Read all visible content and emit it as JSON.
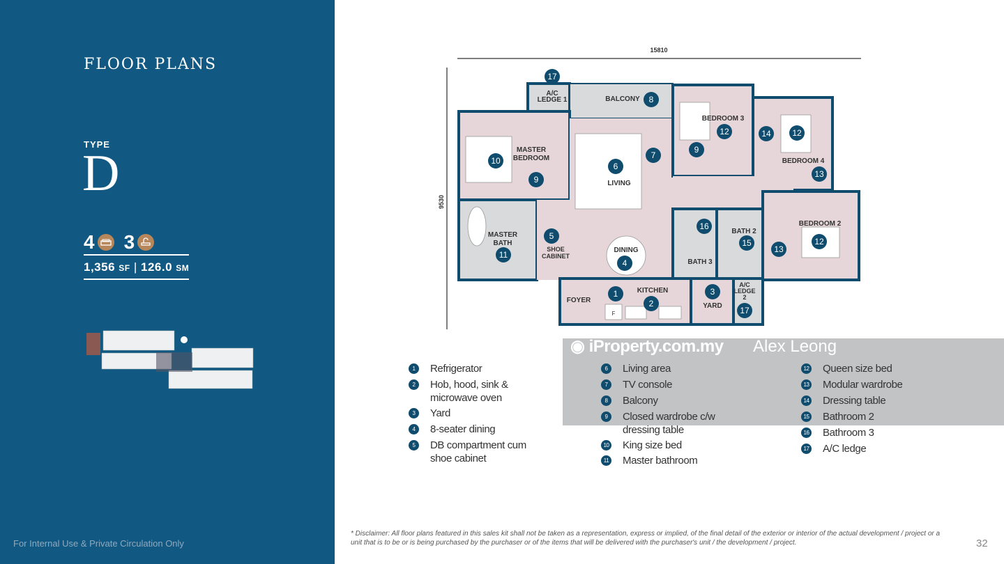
{
  "sidebar": {
    "title": "FLOOR PLANS",
    "type_label": "TYPE",
    "type_value": "D",
    "bedrooms": "4",
    "bathrooms": "3",
    "area_sf": "1,356",
    "area_sf_unit": "SF",
    "area_sm": "126.0",
    "area_sm_unit": "SM",
    "footer": "For Internal Use & Private Circulation Only"
  },
  "plan": {
    "width_dim": "15810",
    "height_dim": "9530",
    "rooms": {
      "ac_ledge_1": [
        "A/C",
        "LEDGE 1"
      ],
      "balcony": "BALCONY",
      "master_bedroom": [
        "MASTER",
        "BEDROOM"
      ],
      "living": "LIVING",
      "bedroom3": "BEDROOM 3",
      "bedroom4": "BEDROOM 4",
      "bedroom2": "BEDROOM 2",
      "bath2": "BATH 2",
      "bath3": "BATH 3",
      "master_bath": [
        "MASTER",
        "BATH"
      ],
      "shoe_cabinet": [
        "SHOE",
        "CABINET"
      ],
      "dining": "DINING",
      "kitchen": "KITCHEN",
      "foyer": "FOYER",
      "yard": "YARD",
      "ac_ledge_2": [
        "A/C",
        "LEDGE",
        "2"
      ]
    },
    "fridge_label": "F",
    "markers": [
      "17",
      "8",
      "10",
      "9",
      "6",
      "7",
      "9",
      "12",
      "14",
      "12",
      "13",
      "5",
      "16",
      "15",
      "13",
      "12",
      "11",
      "4",
      "1",
      "2",
      "3",
      "17"
    ]
  },
  "legend": [
    {
      "num": "1",
      "text": "Refrigerator"
    },
    {
      "num": "2",
      "text": "Hob, hood, sink & microwave oven"
    },
    {
      "num": "3",
      "text": "Yard"
    },
    {
      "num": "4",
      "text": "8-seater dining"
    },
    {
      "num": "5",
      "text": "DB compartment cum shoe cabinet"
    },
    {
      "num": "6",
      "text": "Living area"
    },
    {
      "num": "7",
      "text": "TV console"
    },
    {
      "num": "8",
      "text": "Balcony"
    },
    {
      "num": "9",
      "text": "Closed wardrobe c/w dressing table"
    },
    {
      "num": "10",
      "text": "King size bed"
    },
    {
      "num": "11",
      "text": "Master bathroom"
    },
    {
      "num": "12",
      "text": "Queen size bed"
    },
    {
      "num": "13",
      "text": "Modular wardrobe"
    },
    {
      "num": "14",
      "text": "Dressing table"
    },
    {
      "num": "15",
      "text": "Bathroom 2"
    },
    {
      "num": "16",
      "text": "Bathroom 3"
    },
    {
      "num": "17",
      "text": "A/C ledge"
    }
  ],
  "watermark": {
    "brand": "iProperty.com.my",
    "agent": "Alex Leong"
  },
  "disclaimer": "* Disclaimer: All floor plans featured in this sales kit shall not be taken as a representation, express or implied, of the final detail of the exterior or interior of the actual development / project or a unit that is to be or is being purchased by the purchaser or of the items that will be delivered with the purchaser's unit / the development / project.",
  "page_number": "32",
  "colors": {
    "panel": "#115982",
    "wall": "#0f4c6e",
    "room": "#e6d6da",
    "wet": "#d9dadb",
    "accent": "#b7875b"
  }
}
